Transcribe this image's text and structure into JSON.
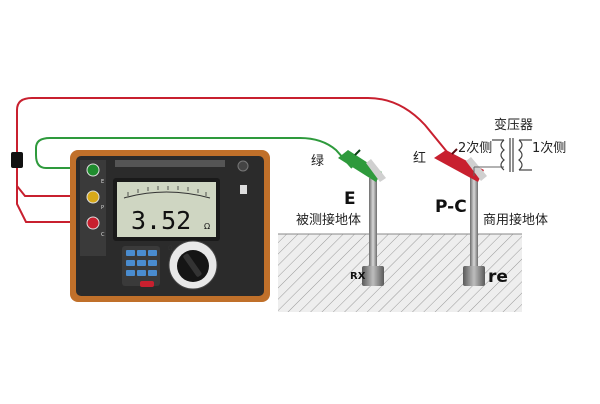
{
  "meter": {
    "reading": "3.52",
    "knob_label": "Ω",
    "ports": [
      "E",
      "P",
      "C"
    ]
  },
  "wires": {
    "green_label": "绿",
    "red_label": "红"
  },
  "electrodes": {
    "e_label": "E",
    "e_desc": "被测接地体",
    "pc_label": "P-C",
    "pc_desc": "商用接地体",
    "rx_label": "RX",
    "re_label": "re"
  },
  "transformer": {
    "title": "变压器",
    "secondary": "2次侧",
    "primary": "1次侧"
  },
  "colors": {
    "wire_green": "#2e9a3c",
    "wire_red": "#c8202f",
    "case": "#c0702a",
    "panel": "#2b2b2b",
    "lcd": "#cfd6c2",
    "ground": "#e8e8e8"
  }
}
